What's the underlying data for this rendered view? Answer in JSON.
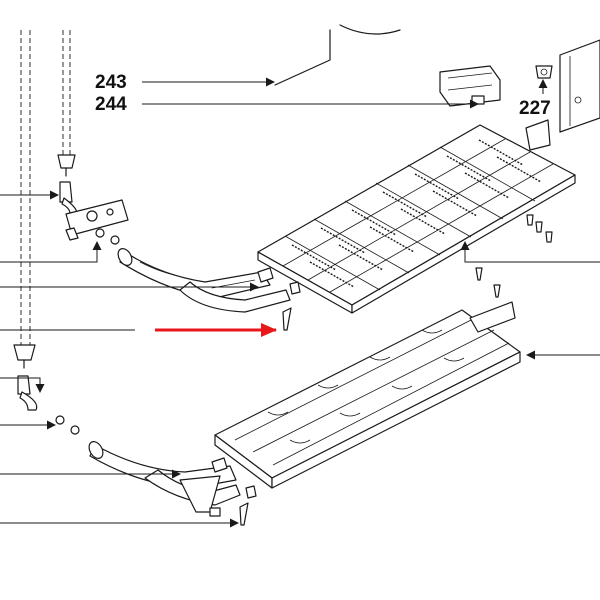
{
  "diagram": {
    "callouts": [
      {
        "id": "callout-243",
        "label": "243"
      },
      {
        "id": "callout-244",
        "label": "244"
      },
      {
        "id": "callout-227",
        "label": "227"
      }
    ],
    "colors": {
      "ink": "#1a1a1a",
      "highlight_arrow": "#e8161b",
      "background": "#ffffff"
    }
  }
}
